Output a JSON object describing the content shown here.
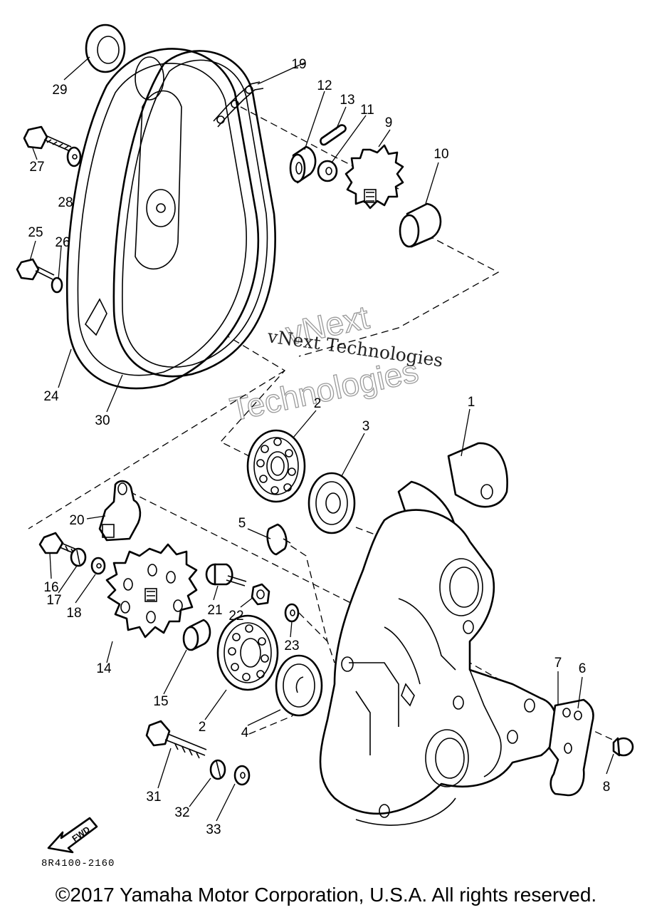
{
  "callouts": {
    "n1": "1",
    "n2": "2",
    "n3": "3",
    "n4": "4",
    "n5": "5",
    "n6": "6",
    "n7": "7",
    "n8": "8",
    "n9": "9",
    "n10": "10",
    "n11": "11",
    "n12": "12",
    "n13": "13",
    "n14": "14",
    "n15": "15",
    "n16": "16",
    "n17": "17",
    "n18": "18",
    "n19": "19",
    "n20": "20",
    "n21": "21",
    "n22": "22",
    "n23": "23",
    "n24": "24",
    "n25": "25",
    "n26": "26",
    "n27": "27",
    "n28": "28",
    "n29": "29",
    "n30": "30",
    "n31": "31",
    "n32": "32",
    "n33": "33"
  },
  "fwd_label": "FWD",
  "diagram_code": "8R4100-2160",
  "watermark": {
    "serif_text": "vNext Technologies",
    "outline_line1": "vNext",
    "outline_line2": "Technologies"
  },
  "copyright": "©2017 Yamaha Motor Corporation, U.S.A. All rights reserved."
}
